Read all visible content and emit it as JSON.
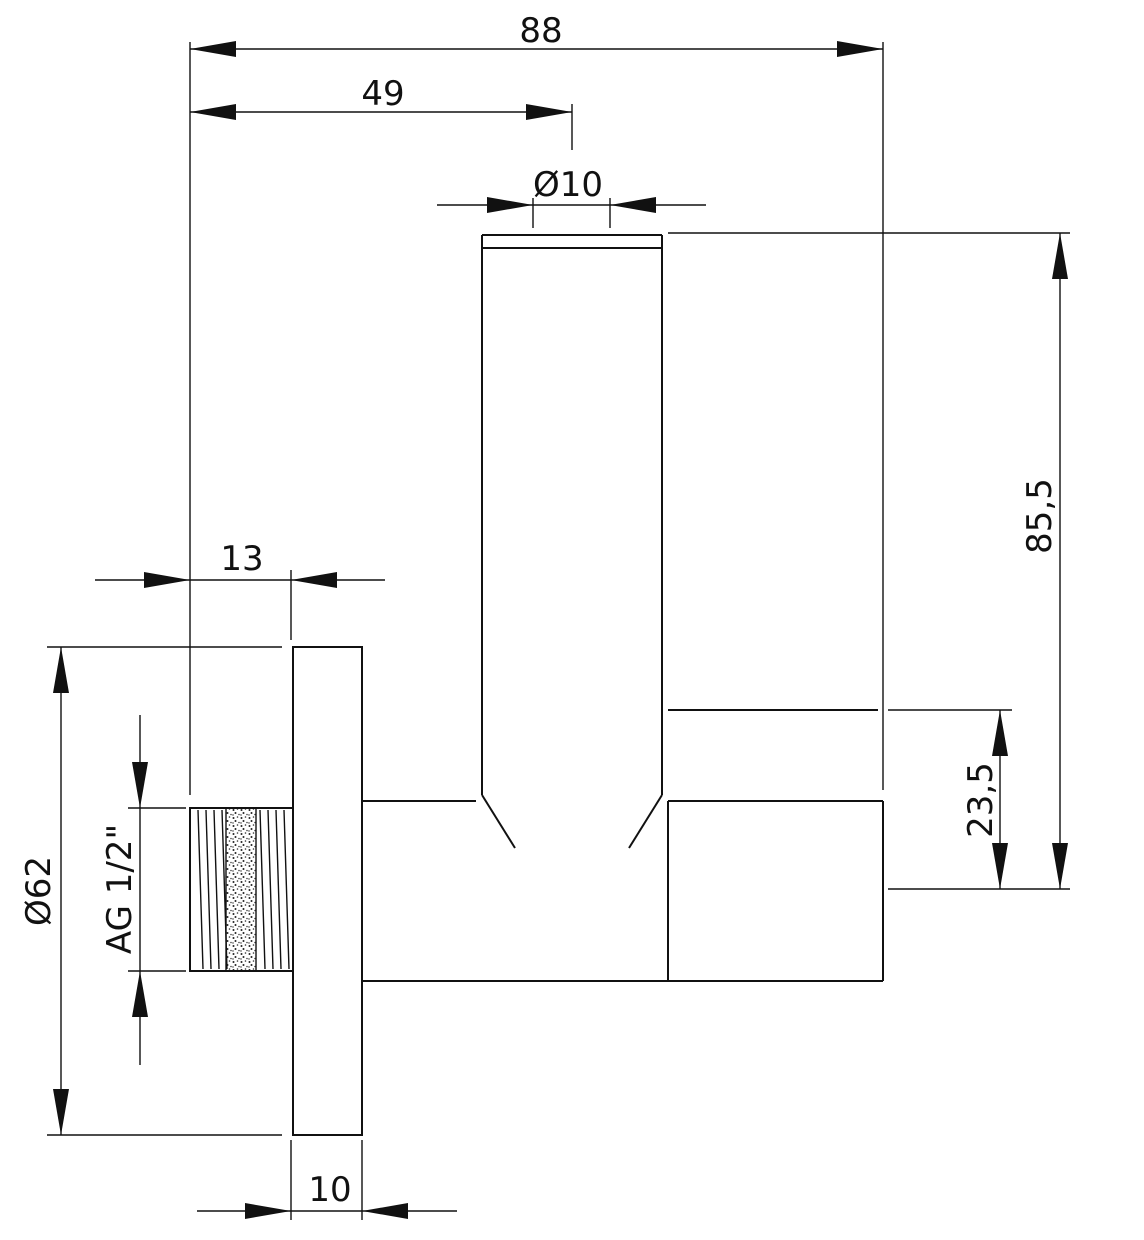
{
  "dimensions": {
    "overall_width": "88",
    "spindle_offset": "49",
    "spindle_diameter": "Ø10",
    "thread_length": "13",
    "flange_thickness": "10",
    "flange_diameter": "Ø62",
    "thread_size": "AG 1/2\"",
    "overall_height": "85,5",
    "outlet_height": "23,5"
  },
  "colors": {
    "line": "#111111",
    "background": "#ffffff"
  }
}
